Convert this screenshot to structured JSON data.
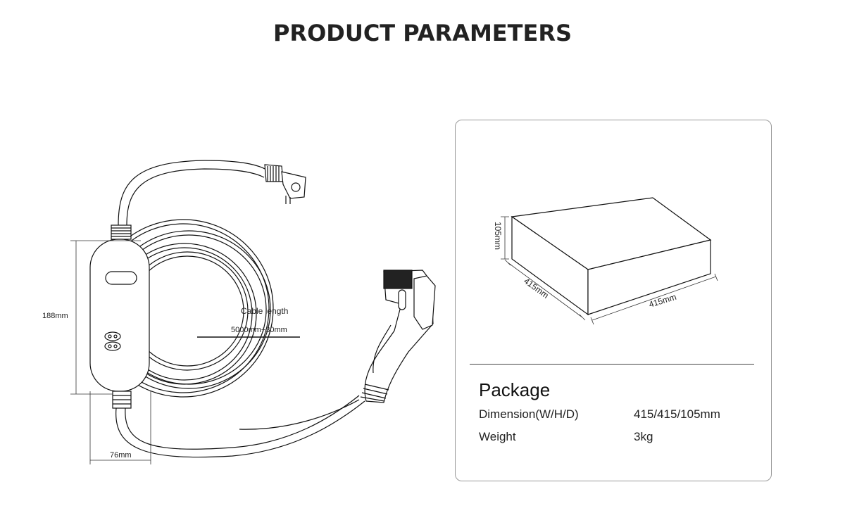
{
  "page": {
    "title": "PRODUCT PARAMETERS"
  },
  "charger": {
    "height_label": "188mm",
    "width_label": "76mm",
    "cable_label": "Cable length",
    "cable_value": "5000mm+30mm"
  },
  "package_box": {
    "height_label": "105mm",
    "depth_label": "415mm",
    "width_label": "415mm"
  },
  "package": {
    "title": "Package",
    "rows": [
      {
        "label": "Dimension(W/H/D)",
        "value": "415/415/105mm"
      },
      {
        "label": "Weight",
        "value": "3kg"
      }
    ]
  }
}
